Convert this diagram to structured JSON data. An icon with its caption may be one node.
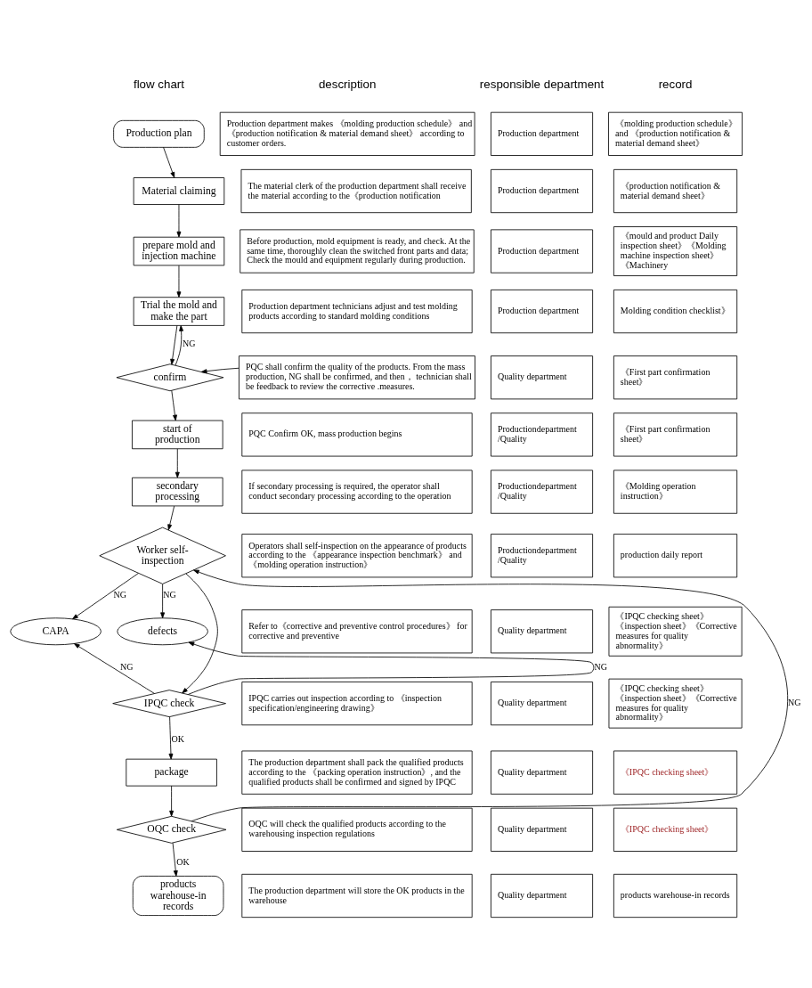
{
  "diagram": {
    "nodes": [
      {
        "text": [
          "Production plan"
        ]
      },
      {
        "text": [
          "Material claiming"
        ]
      },
      {
        "text": [
          "prepare mold and injection machine"
        ]
      },
      {
        "text": [
          "Trial the mold and make the part"
        ]
      },
      {
        "text": [
          "confirm"
        ]
      },
      {
        "text": [
          "start of production"
        ]
      },
      {
        "text": [
          "secondary processing"
        ]
      },
      {
        "text": [
          "Worker self-inspection"
        ]
      },
      {
        "text": [
          "CAPA"
        ]
      },
      {
        "text": [
          "defects"
        ]
      },
      {
        "text": [
          "IPQC check"
        ]
      },
      {
        "text": [
          "package"
        ]
      },
      {
        "text": [
          "OQC check"
        ]
      },
      {
        "text": [
          "products warehouse-in records"
        ]
      },
      {
        "text": [
          "Production department makes 《molding production schedule》 and 《production notification & material demand sheet》 according to customer orders."
        ]
      },
      {
        "text": [
          "Production department"
        ]
      },
      {
        "text": [
          "《molding production schedule》 and 《production notification & material demand sheet》"
        ]
      },
      {
        "text": [
          "The material clerk of the production department shall receive the material according to the《production notification"
        ]
      },
      {
        "text": [
          "Production department"
        ]
      },
      {
        "text": [
          "《production notification & material demand sheet》"
        ]
      },
      {
        "text": [
          "Before production, mold equipment is ready, and check. At the same time, thoroughly clean the switched front parts and data; Check the mould and equipment regularly during production."
        ]
      },
      {
        "text": [
          "Production department"
        ]
      },
      {
        "text": [
          "《mould and product Daily inspection sheet》《Molding machine inspection sheet》《Machinery"
        ]
      },
      {
        "text": [
          "Production department technicians adjust and test molding products according to standard molding conditions"
        ]
      },
      {
        "text": [
          "Production department"
        ]
      },
      {
        "text": [
          "Molding condition checklist》"
        ]
      },
      {
        "text": [
          "PQC shall confirm the quality of the products. From the mass production, NG shall be confirmed, and then， technician shall be feedback to review the corrective .measures."
        ]
      },
      {
        "text": [
          "Quality department"
        ]
      },
      {
        "text": [
          "《First part confirmation sheet》"
        ]
      },
      {
        "text": [
          "PQC Confirm OK, mass production begins"
        ]
      },
      {
        "text": [
          "Productiondepartment /Quality"
        ]
      },
      {
        "text": [
          "《First part confirmation sheet》"
        ]
      },
      {
        "text": [
          "If secondary processing is required, the operator shall conduct secondary processing according to the operation"
        ]
      },
      {
        "text": [
          "Productiondepartment /Quality"
        ]
      },
      {
        "text": [
          "《Molding operation instruction》"
        ]
      },
      {
        "text": [
          "Operators shall self-inspection on the appearance of products according to the 《appearance inspection benchmark》 and 《molding operation instruction》"
        ]
      },
      {
        "text": [
          "Productiondepartment /Quality"
        ]
      },
      {
        "text": [
          "production daily report"
        ]
      },
      {
        "text": [
          "Refer to《corrective and preventive control procedures》 for corrective and preventive"
        ]
      },
      {
        "text": [
          "Quality department"
        ]
      },
      {
        "text": [
          "《IPQC checking sheet》《inspection sheet》《Corrective measures for quality abnormality》"
        ]
      },
      {
        "text": [
          "IPQC carries out inspection according to 《inspection specification/engineering drawing》"
        ]
      },
      {
        "text": [
          "Quality department"
        ]
      },
      {
        "text": [
          "《IPQC checking sheet》《inspection sheet》《Corrective measures for quality abnormality》"
        ]
      },
      {
        "text": [
          "The production department shall pack the qualified products according to the 《packing operation instruction》, and the qualified products shall be confirmed and signed by IPQC"
        ]
      },
      {
        "text": [
          "Quality department"
        ]
      },
      {
        "text": [
          "《IPQC checking sheet》"
        ]
      },
      {
        "text": [
          "OQC will check the qualified products according to the warehousing inspection regulations"
        ]
      },
      {
        "text": [
          "Quality department"
        ]
      },
      {
        "text": [
          "《IPQC checking sheet》"
        ]
      },
      {
        "text": [
          "The production department will store the OK products in the warehouse"
        ]
      },
      {
        "text": [
          "Quality department"
        ]
      },
      {
        "text": [
          "products warehouse-in records"
        ]
      }
    ],
    "edges": [
      {
        "from": 0,
        "to": 1,
        "arrow": "to"
      },
      {
        "from": 1,
        "to": 2,
        "arrow": "to"
      },
      {
        "from": 2,
        "to": 3,
        "arrow": "to"
      },
      {
        "from": 3,
        "to": 4,
        "arrow": "to"
      },
      {
        "from": 4,
        "to": 3,
        "arrow": "to",
        "label": "NG"
      },
      {
        "from": 26,
        "to": 4,
        "arrow": "to"
      },
      {
        "from": 4,
        "to": 5,
        "arrow": "to"
      },
      {
        "from": 5,
        "to": 6,
        "arrow": "to"
      },
      {
        "from": 6,
        "to": 7,
        "arrow": "to"
      },
      {
        "from": 7,
        "to": 8,
        "arrow": "to",
        "label": "NG"
      },
      {
        "from": 7,
        "to": 9,
        "arrow": "to",
        "label": "NG"
      },
      {
        "from": 7,
        "to": 10,
        "arrow": "to"
      },
      {
        "from": 10,
        "to": 8,
        "arrow": "to",
        "label": "NG"
      },
      {
        "from": 10,
        "to": 9,
        "arrow": "to",
        "label": "NG"
      },
      {
        "from": 10,
        "to": 11,
        "arrow": "to",
        "label": "OK"
      },
      {
        "from": 11,
        "to": 12,
        "arrow": "to"
      },
      {
        "from": 12,
        "to": 7,
        "arrow": "to",
        "label": "NG"
      },
      {
        "from": 12,
        "to": 13,
        "arrow": "to",
        "label": "OK"
      }
    ],
    "labels": [
      "flow chart",
      "description",
      "responsible department",
      "record"
    ]
  }
}
